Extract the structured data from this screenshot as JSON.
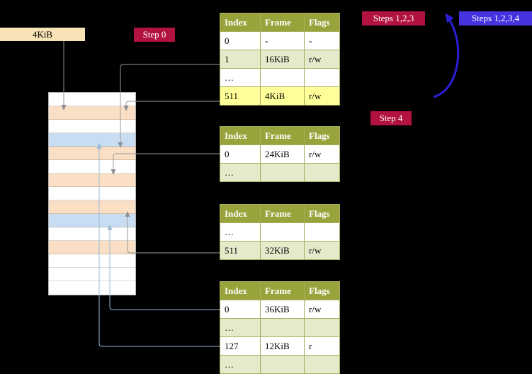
{
  "colors": {
    "background": "#000000",
    "crimson_badge": "#b21240",
    "blue_badge": "#4633e0",
    "table_header_bg": "#98a43b",
    "table_row_alt": "#e4ebcb",
    "highlight_yellow": "#ffff99",
    "frame_box_bg": "#f8e3b6",
    "memory_peach": "#fadfc4",
    "memory_blue": "#c9ddf2",
    "arrow_gray": "#8f8f8f",
    "arrow_light_blue": "#9db8d6",
    "arrow_blue": "#2a1fd4"
  },
  "labels": {
    "frame_box": "4KiB",
    "step0": "Step 0",
    "steps123": "Steps 1,2,3",
    "steps1234": "Steps 1,2,3,4",
    "step4": "Step 4"
  },
  "memory_strip": {
    "rows": [
      "empty",
      "page-table",
      "empty",
      "mapped-page",
      "page-table",
      "empty",
      "page-table",
      "empty",
      "page-table",
      "mapped-page",
      "empty",
      "page-table",
      "empty",
      "empty",
      "empty"
    ]
  },
  "tables": [
    {
      "name": "level-4-page-table",
      "headers": [
        "Index",
        "Frame",
        "Flags"
      ],
      "rows": [
        {
          "index": "0",
          "frame": "-",
          "flags": "-",
          "highlight": false
        },
        {
          "index": "1",
          "frame": "16KiB",
          "flags": "r/w",
          "highlight": false
        },
        {
          "index": "…",
          "frame": "",
          "flags": "",
          "highlight": false
        },
        {
          "index": "511",
          "frame": "4KiB",
          "flags": "r/w",
          "highlight": true
        }
      ]
    },
    {
      "name": "level-3-page-table",
      "headers": [
        "Index",
        "Frame",
        "Flags"
      ],
      "rows": [
        {
          "index": "0",
          "frame": "24KiB",
          "flags": "r/w",
          "highlight": false
        },
        {
          "index": "…",
          "frame": "",
          "flags": "",
          "highlight": false
        }
      ]
    },
    {
      "name": "level-2-page-table",
      "headers": [
        "Index",
        "Frame",
        "Flags"
      ],
      "rows": [
        {
          "index": "…",
          "frame": "",
          "flags": "",
          "highlight": false
        },
        {
          "index": "511",
          "frame": "32KiB",
          "flags": "r/w",
          "highlight": false
        }
      ]
    },
    {
      "name": "level-1-page-table",
      "headers": [
        "Index",
        "Frame",
        "Flags"
      ],
      "rows": [
        {
          "index": "0",
          "frame": "36KiB",
          "flags": "r/w",
          "highlight": false
        },
        {
          "index": "…",
          "frame": "",
          "flags": "",
          "highlight": false
        },
        {
          "index": "127",
          "frame": "12KiB",
          "flags": "r",
          "highlight": false
        },
        {
          "index": "…",
          "frame": "",
          "flags": "",
          "highlight": false
        }
      ]
    }
  ]
}
